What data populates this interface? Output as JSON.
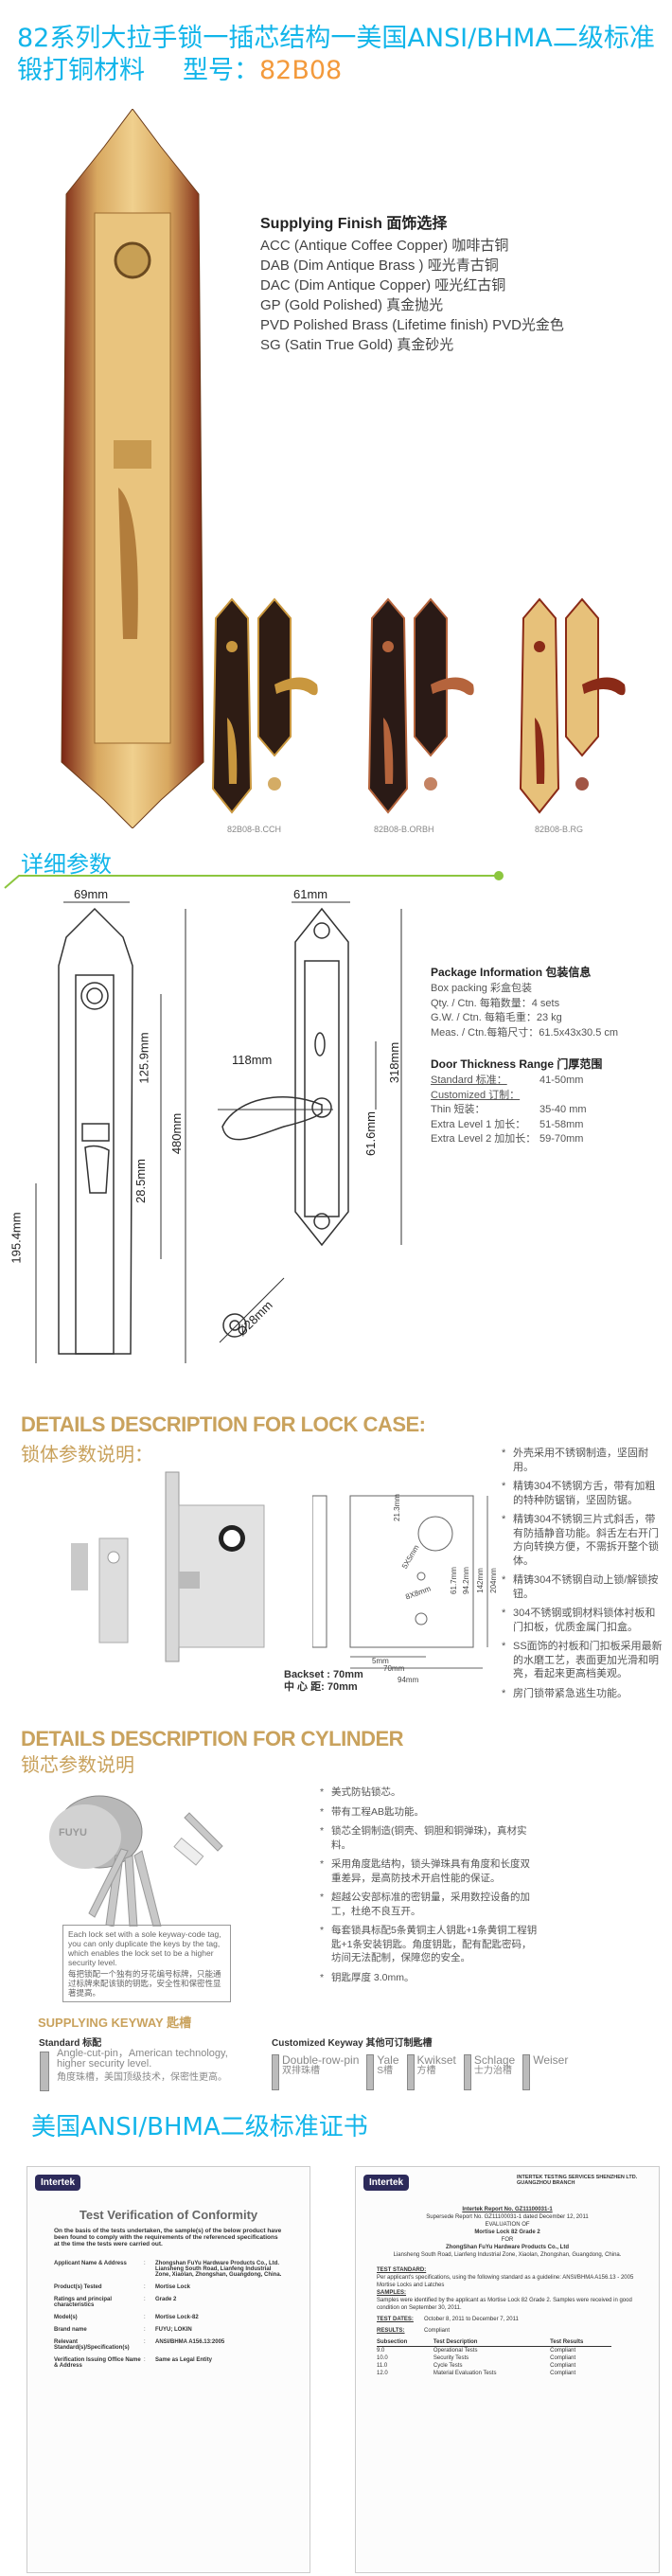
{
  "header": {
    "line1": "82系列大拉手锁一插芯结构一美国ANSI/BHMA二级标准",
    "line2": "锻打铜材料",
    "model_label": "型号：",
    "model": "82B08"
  },
  "finish": {
    "title": "Supplying Finish 面饰选择",
    "items": [
      "ACC (Antique Coffee Copper) 咖啡古铜",
      "DAB (Dim Antique Brass ) 哑光青古铜",
      "DAC (Dim Antique Copper) 哑光红古铜",
      "GP (Gold Polished) 真金抛光",
      "PVD Polished Brass (Lifetime finish) PVD光金色",
      "SG (Satin True Gold) 真金砂光"
    ]
  },
  "variants": [
    {
      "label": "82B08-B.CCH",
      "color": "#2e1c14",
      "trim": "#c9973e"
    },
    {
      "label": "82B08-B.ORBH",
      "color": "#2a1a16",
      "trim": "#b5643c"
    },
    {
      "label": "82B08-B.RG",
      "color": "#e7c17a",
      "trim": "#8a2a17"
    }
  ],
  "details": {
    "title": "详细参数",
    "dims": {
      "width_outer": "69mm",
      "width_inner": "61mm",
      "d1": "125.9mm",
      "d2": "480mm",
      "d3": "28.5mm",
      "d4": "195.4mm",
      "lever": "118mm",
      "d5": "61.6mm",
      "height_inner": "318mm",
      "rose": "Ø28mm"
    }
  },
  "package": {
    "title": "Package Information 包装信息",
    "lines": [
      "Box packing 彩盒包装",
      "Qty. / Ctn. 每箱数量：4 sets",
      "G.W. / Ctn. 每箱毛重：23 kg",
      "Meas. / Ctn.每箱尺寸：61.5x43x30.5 cm"
    ]
  },
  "door": {
    "title": "Door Thickness Range 门厚范围",
    "rows": [
      {
        "k": "Standard 标准：",
        "v": "41-50mm"
      },
      {
        "k": "Customized 订制：",
        "v": ""
      },
      {
        "k": "Thin 短装：",
        "v": "35-40 mm"
      },
      {
        "k": "Extra Level 1 加长：",
        "v": "51-58mm"
      },
      {
        "k": "Extra Level 2 加加长：",
        "v": "59-70mm"
      }
    ]
  },
  "lockcase": {
    "title": "DETAILS DESCRIPTION FOR LOCK CASE:",
    "title_cn": "锁体参数说明：",
    "backset": "Backset : 70mm",
    "backset_cn": "中 心 距: 70mm",
    "dims": [
      "21.3mm",
      "5X5mm",
      "8X8mm",
      "61.7mm",
      "94.2mm",
      "142mm",
      "204mm",
      "5mm",
      "70mm",
      "94mm"
    ],
    "bullets": [
      "外壳采用不锈钢制造，坚固耐用。",
      "精铸304不锈钢方舌，带有加粗的特种防锯销，坚固防锯。",
      "精铸304不锈钢三片式斜舌，带有防插静音功能。斜舌左右开门方向转换方便，不需拆开整个锁体。",
      "精铸304不锈钢自动上锁/解锁按钮。",
      "304不锈钢或铜材料锁体衬板和门扣板，优质金属门扣盒。",
      "SS面饰的衬板和门扣板采用最新的水磨工艺，表面更加光滑和明亮，看起来更高档美观。",
      "房门锁带紧急逃生功能。"
    ]
  },
  "cylinder": {
    "title": "DETAILS DESCRIPTION FOR CYLINDER",
    "title_cn": "锁芯参数说明",
    "brand": "FUYU",
    "tag_en": "Each lock set with a sole keyway-code tag, you can only duplicate the keys by the tag, which enables the lock set to be a higher security level.",
    "tag_cn": "每把锁配一个独有的牙花编号标牌，只能通过标牌来配该锁的钥匙，安全性和保密性显著提高。",
    "bullets": [
      "美式防钻锁芯。",
      "带有工程AB匙功能。",
      "锁芯全铜制造(铜壳、铜胆和铜弹珠)，真材实料。",
      "采用角度匙结构，锁头弹珠具有角度和长度双重差异，是高防技术开启性能的保证。",
      "超越公安部标准的密钥量，采用数控设备的加工，杜绝不良互开。",
      "每套锁具标配5条黄铜主人钥匙+1条黄铜工程钥匙+1条安装钥匙。角度钥匙，配有配匙密码，坊间无法配制，保障您的安全。",
      "钥匙厚度 3.0mm。"
    ]
  },
  "keyway": {
    "title": "SUPPLYING KEYWAY 匙槽",
    "standard_title": "Standard 标配",
    "standard_en": "Angle-cut-pin，American technology, higher security level.",
    "standard_cn": "角度珠槽，美国顶级技术，保密性更高。",
    "custom_title": "Customized Keyway 其他可订制匙槽",
    "custom": [
      {
        "en": "Double-row-pin",
        "cn": "双排珠槽"
      },
      {
        "en": "Yale",
        "cn": "S槽"
      },
      {
        "en": "Kwikset",
        "cn": "方槽"
      },
      {
        "en": "Schlage",
        "cn": "士力治槽"
      },
      {
        "en": "Weiser",
        "cn": ""
      }
    ]
  },
  "cert": {
    "title": "美国ANSI/BHMA二级标准证书",
    "logo": "Intertek",
    "left": {
      "heading": "Test Verification of Conformity",
      "intro": "On the basis of the tests undertaken, the sample(s) of the below product have been found to comply with the requirements of the referenced specifications at the time the tests were carried out.",
      "rows": [
        {
          "k": "Applicant Name & Address",
          "v": "Zhongshan FuYu Hardware Products Co., Ltd. Liansheng South Road, Lianfeng Industrial Zone, Xiaolan, Zhongshan, Guangdong, China."
        },
        {
          "k": "Product(s) Tested",
          "v": "Mortise Lock"
        },
        {
          "k": "Ratings and principal characteristics",
          "v": "Grade 2"
        },
        {
          "k": "Model(s)",
          "v": "Mortise Lock-82"
        },
        {
          "k": "Brand name",
          "v": "FUYU; LOKIN"
        },
        {
          "k": "Relevant Standard(s)/Specification(s)",
          "v": "ANSI/BHMA A156.13:2005"
        },
        {
          "k": "Verification Issuing Office Name & Address",
          "v": "Same as Legal Entity"
        }
      ]
    },
    "right": {
      "org": "INTERTEK TESTING SERVICES SHENZHEN LTD. GUANGZHOU BRANCH",
      "report": "Intertek Report No. GZ11100031-1",
      "supersede": "Supersede Report No. GZ11100031-1 dated December 12, 2011",
      "eval": "EVALUATION OF",
      "product": "Mortise Lock 82 Grade 2",
      "for": "FOR",
      "company": "ZhongShan FuYu Hardware Products Co., Ltd",
      "address": "Liansheng South Road, Lianfeng Industrial Zone, Xiaolan, Zhongshan, Guangdong, China.",
      "std_h": "TEST STANDARD:",
      "std": "Per applicant's specifications, using the following standard as a guideline: ANSI/BHMA A156.13 - 2005 Mortise Locks and Latches",
      "samples_h": "SAMPLES:",
      "samples": "Samples were identified by the applicant as Mortise Lock 82 Grade 2. Samples were received in good condition on September 30, 2011.",
      "dates_h": "TEST DATES:",
      "dates": "October 8, 2011 to December 7, 2011",
      "results_h": "RESULTS:",
      "results": "Compliant",
      "table_h": [
        "Subsection",
        "Test Description",
        "Test Results"
      ],
      "table": [
        [
          "9.0",
          "Operational Tests",
          "Compliant"
        ],
        [
          "10.0",
          "Security Tests",
          "Compliant"
        ],
        [
          "11.0",
          "Cycle Tests",
          "Compliant"
        ],
        [
          "12.0",
          "Material Evaluation Tests",
          "Compliant"
        ]
      ]
    }
  }
}
